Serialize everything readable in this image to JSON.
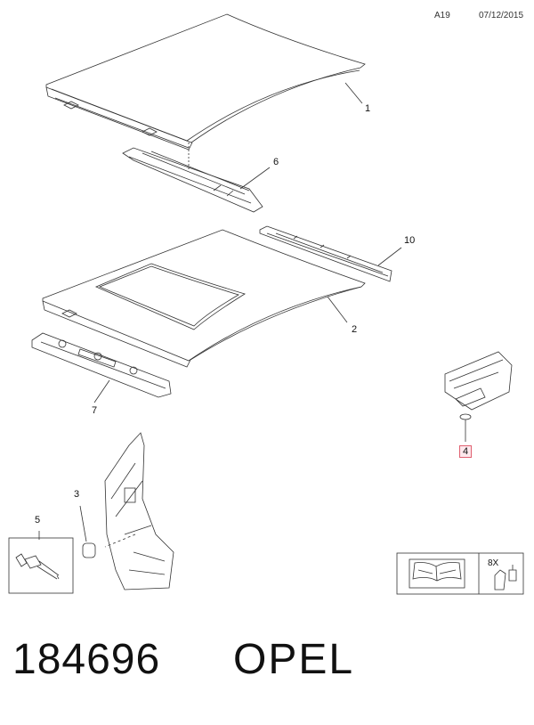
{
  "header": {
    "page_code": "A19",
    "date": "07/12/2015"
  },
  "callouts": [
    "1",
    "6",
    "10",
    "2",
    "7",
    "4",
    "3",
    "5"
  ],
  "footer": {
    "part_number": "184696",
    "brand": "OPEL"
  },
  "service_box": {
    "quantity": "8X",
    "icon_manual": "service-manual-icon",
    "icon_tool": "rivet-tool-icon"
  },
  "colors": {
    "line": "#333333",
    "highlight_border": "#e06070",
    "highlight_fill": "#fde8ec"
  }
}
